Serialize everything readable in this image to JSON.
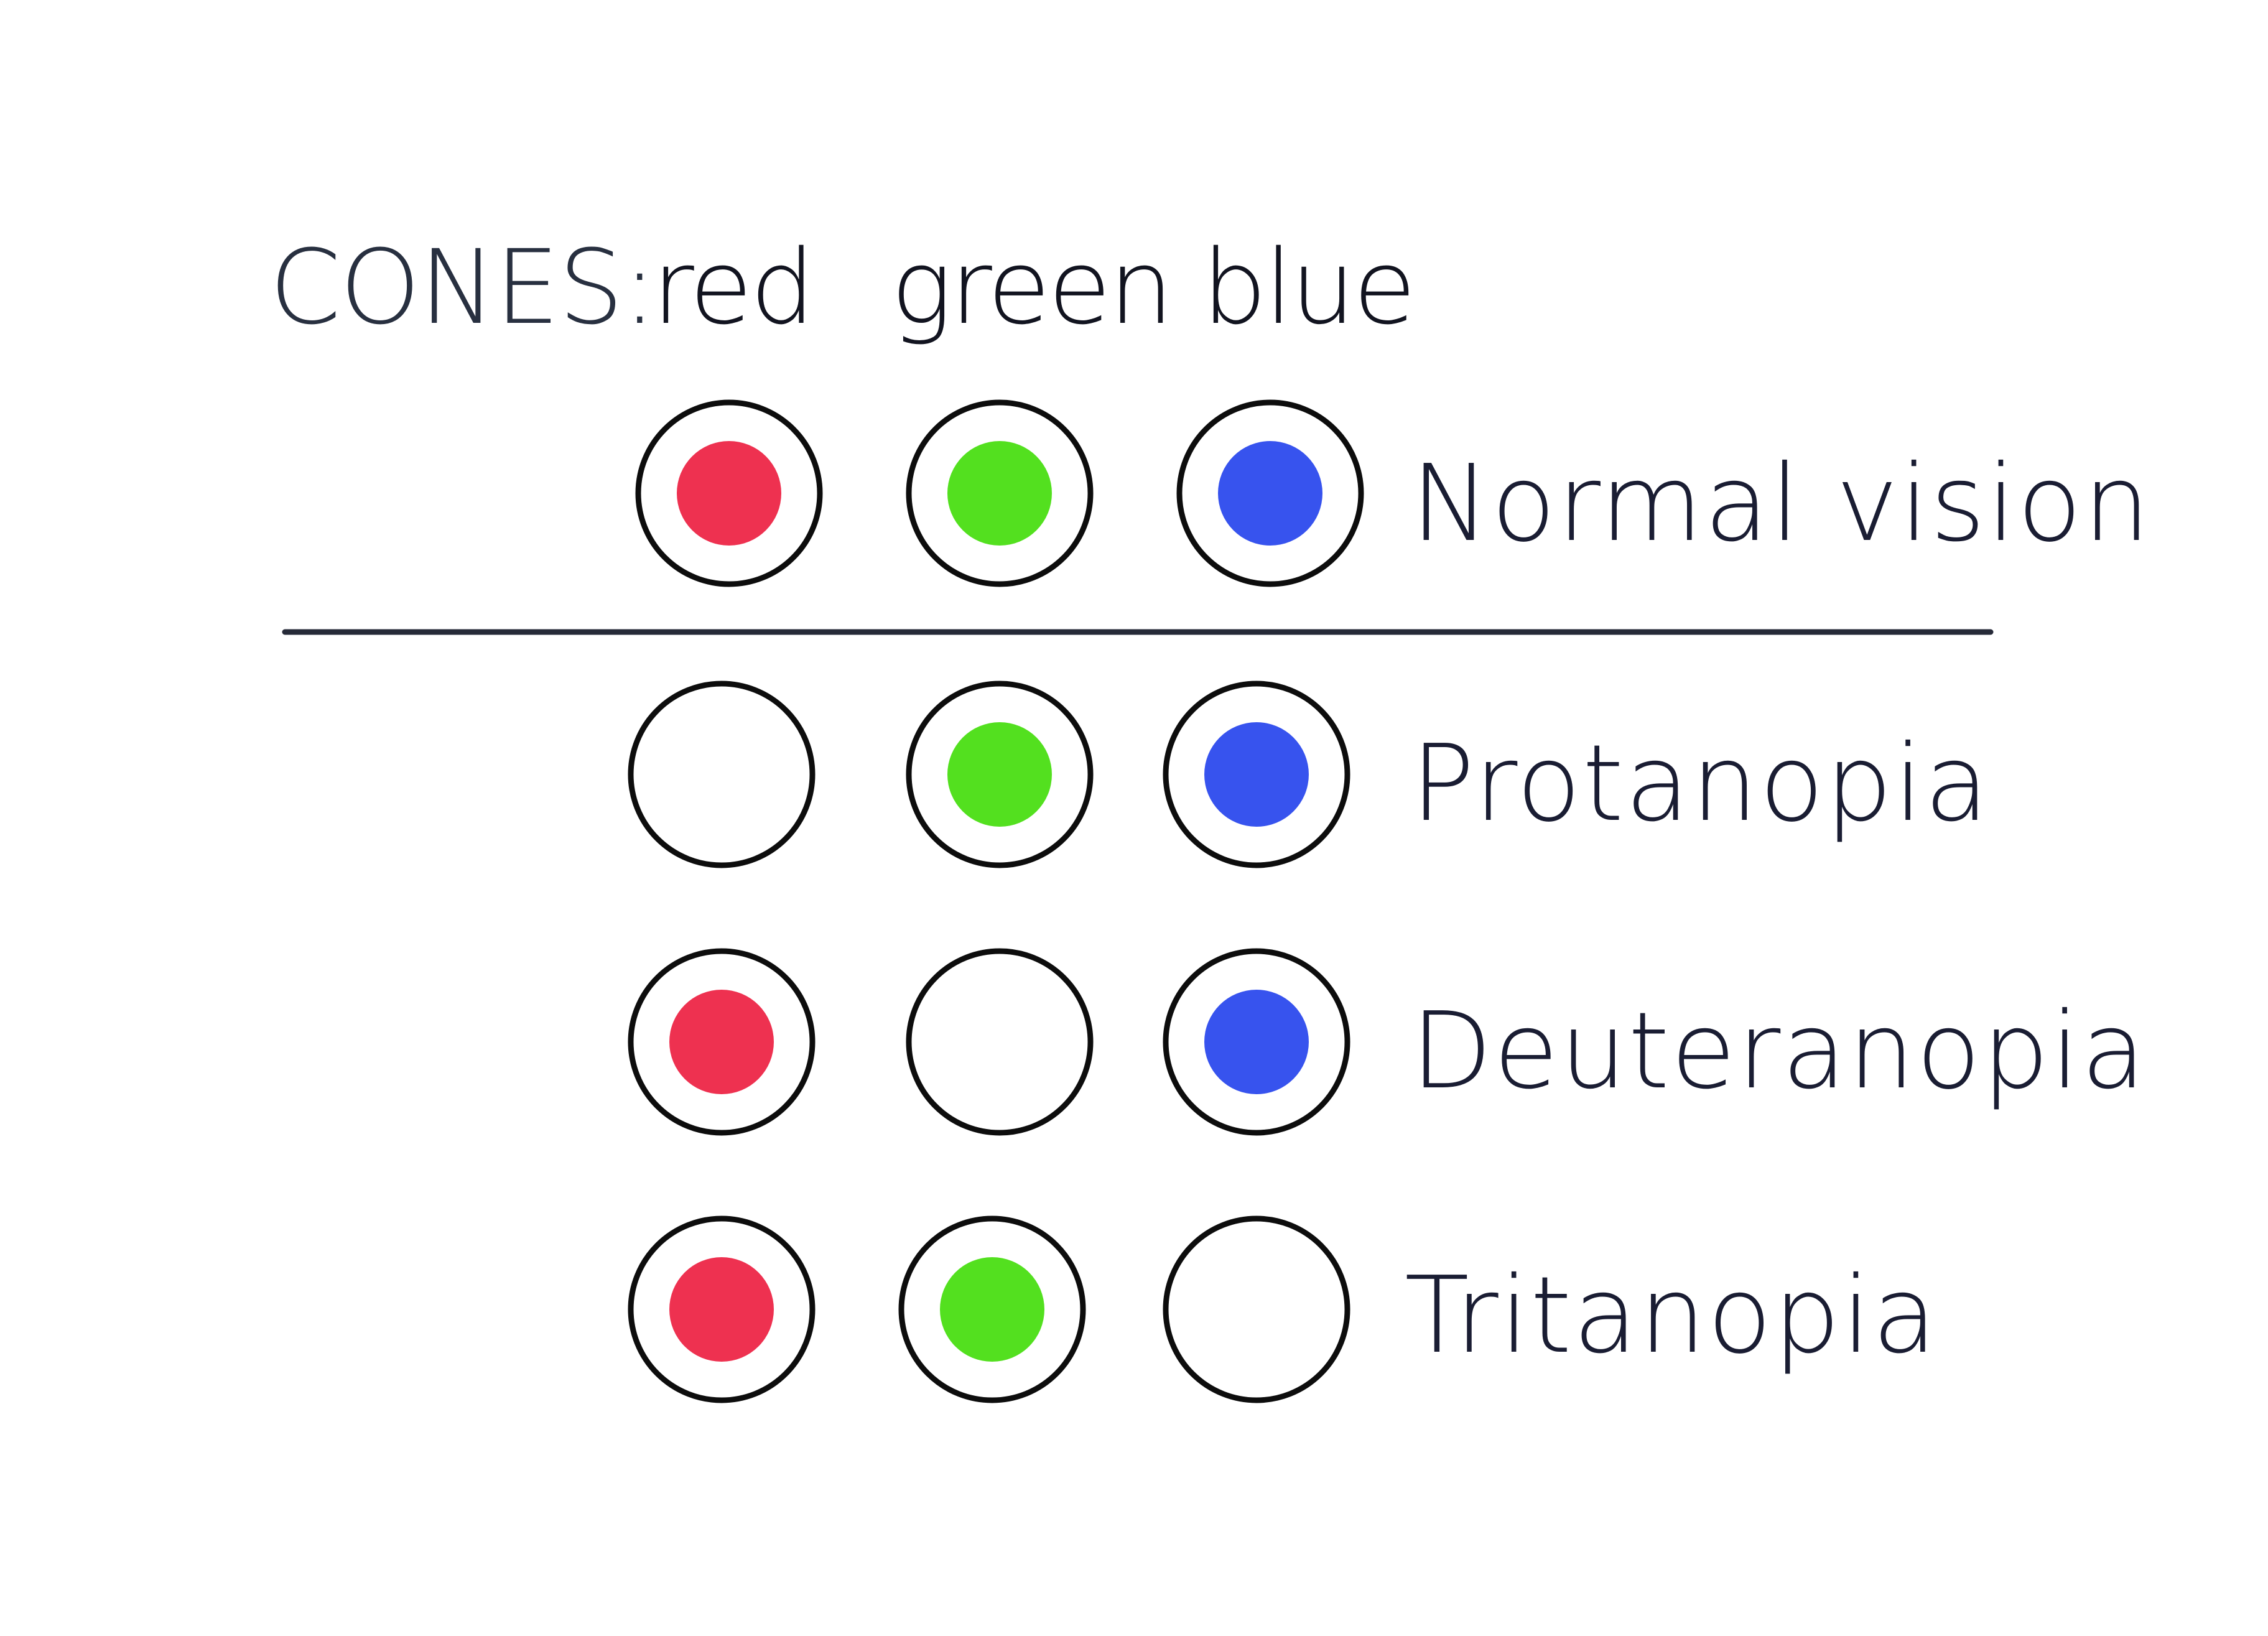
{
  "header": {
    "cones_label": "CONES:",
    "columns": [
      {
        "label": "red",
        "color": "#ee3150"
      },
      {
        "label": "green",
        "color": "#53e01f"
      },
      {
        "label": "blue",
        "color": "#3753ee"
      }
    ]
  },
  "rows": [
    {
      "label": "Normal vision",
      "cones": [
        true,
        true,
        true
      ]
    },
    {
      "label": "Protanopia",
      "cones": [
        false,
        true,
        true
      ]
    },
    {
      "label": "Deuteranopia",
      "cones": [
        true,
        false,
        true
      ]
    },
    {
      "label": "Tritanopia",
      "cones": [
        true,
        true,
        false
      ]
    }
  ],
  "colors": {
    "divider": "#262a38",
    "ring": "#0d0d0d",
    "background": "#ffffff"
  }
}
